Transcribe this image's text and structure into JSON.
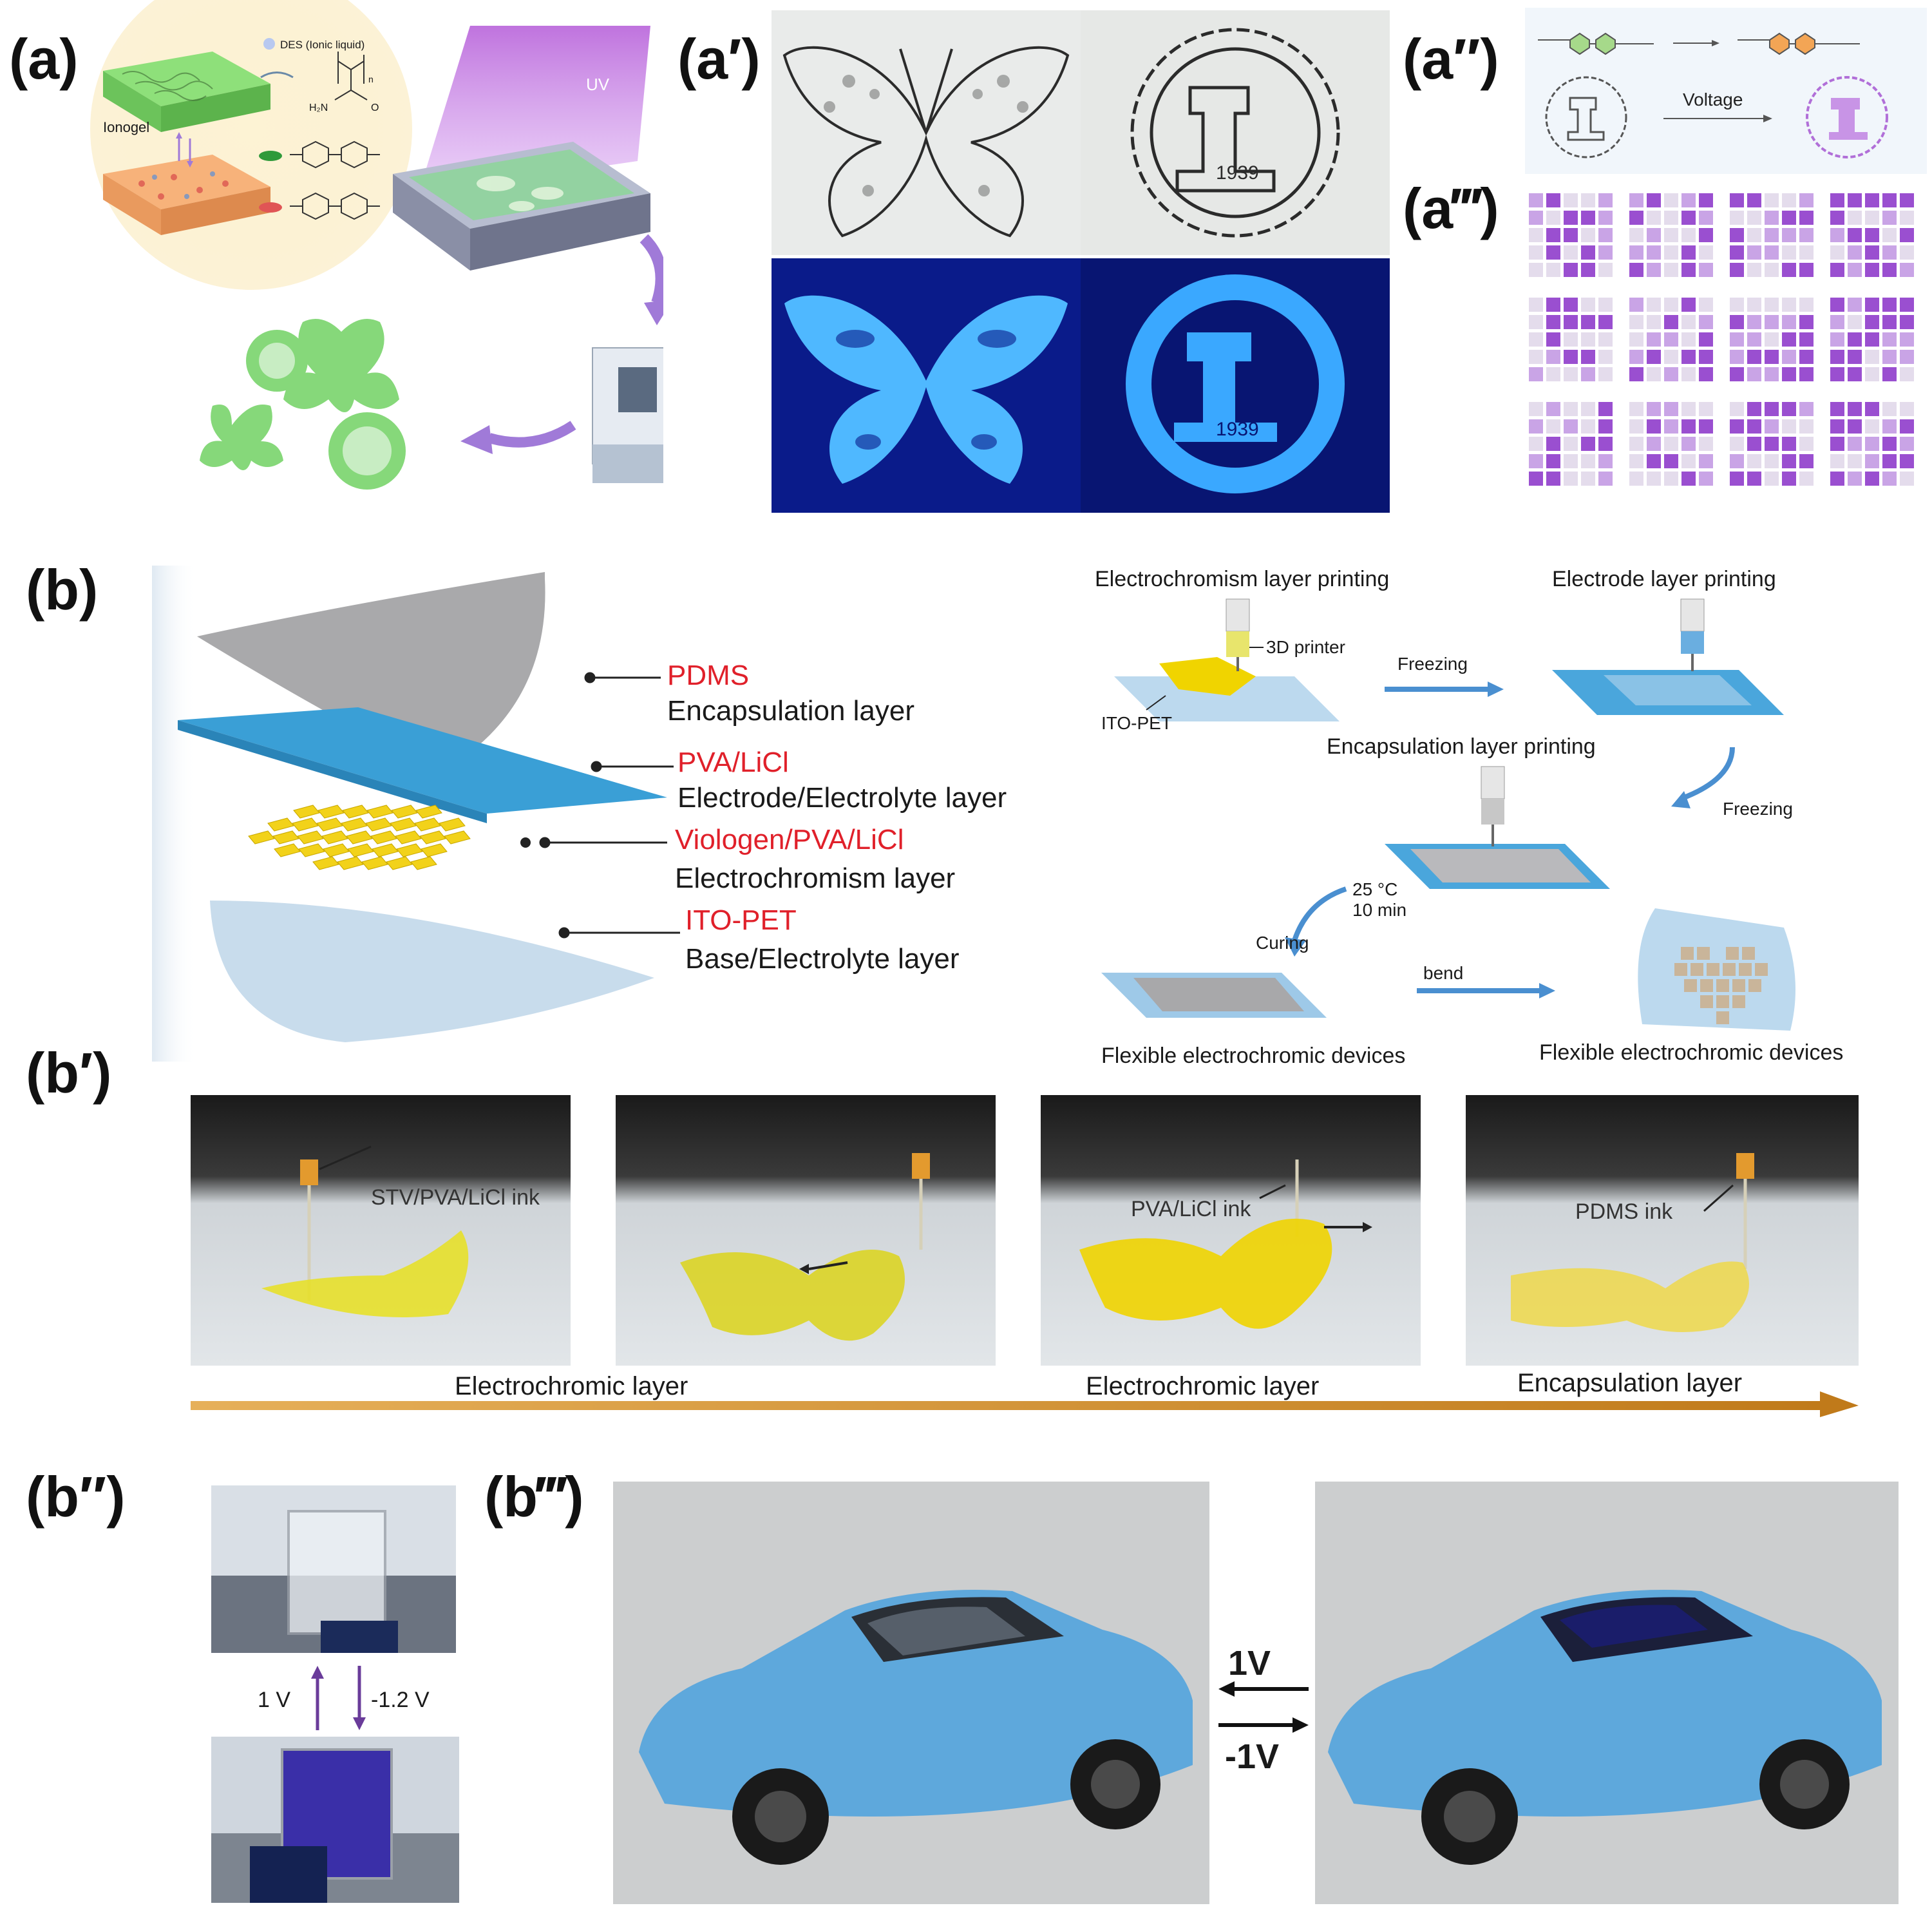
{
  "panels": {
    "a": "(a)",
    "a1": "(a′)",
    "a2": "(a″)",
    "a3": "(a‴)",
    "b": "(b)",
    "b1": "(b′)",
    "b2": "(b″)",
    "b3": "(b‴)"
  },
  "panel_a": {
    "legend_des": "DES (Ionic liquid)",
    "ionogel": "Ionogel",
    "uv": "UV",
    "amide_formula": "H₂N",
    "amide_o": "O",
    "subscript_n": "n"
  },
  "panel_a2": {
    "voltage": "Voltage"
  },
  "panel_a1": {
    "stamp_year_top": "1939",
    "stamp_year_bottom": "1939"
  },
  "panel_b": {
    "layers": [
      {
        "material": "PDMS",
        "role": "Encapsulation layer"
      },
      {
        "material": "PVA/LiCl",
        "role": "Electrode/Electrolyte layer"
      },
      {
        "material": "Viologen/PVA/LiCl",
        "role": "Electrochromism layer"
      },
      {
        "material": "ITO-PET",
        "role": "Base/Electrolyte layer"
      }
    ],
    "process": {
      "step1": "Electrochromism layer printing",
      "printer": "3D printer",
      "substrate": "ITO-PET",
      "freezing1": "Freezing",
      "step2": "Electrode layer printing",
      "step3": "Encapsulation layer printing",
      "freezing2": "Freezing",
      "temp": "25 °C",
      "time": "10 min",
      "curing": "Curing",
      "bend": "bend",
      "device1": "Flexible electrochromic devices",
      "device2": "Flexible electrochromic devices"
    }
  },
  "panel_b1": {
    "ink1": "STV/PVA/LiCl ink",
    "ink2": "PVA/LiCl ink",
    "ink3": "PDMS ink",
    "stage1": "Electrochromic layer",
    "stage2": "Electrochromic layer",
    "stage3": "Encapsulation layer"
  },
  "panel_b2": {
    "up_voltage": "1 V",
    "down_voltage": "-1.2 V"
  },
  "panel_b3": {
    "forward": "1V",
    "reverse": "-1V"
  }
}
